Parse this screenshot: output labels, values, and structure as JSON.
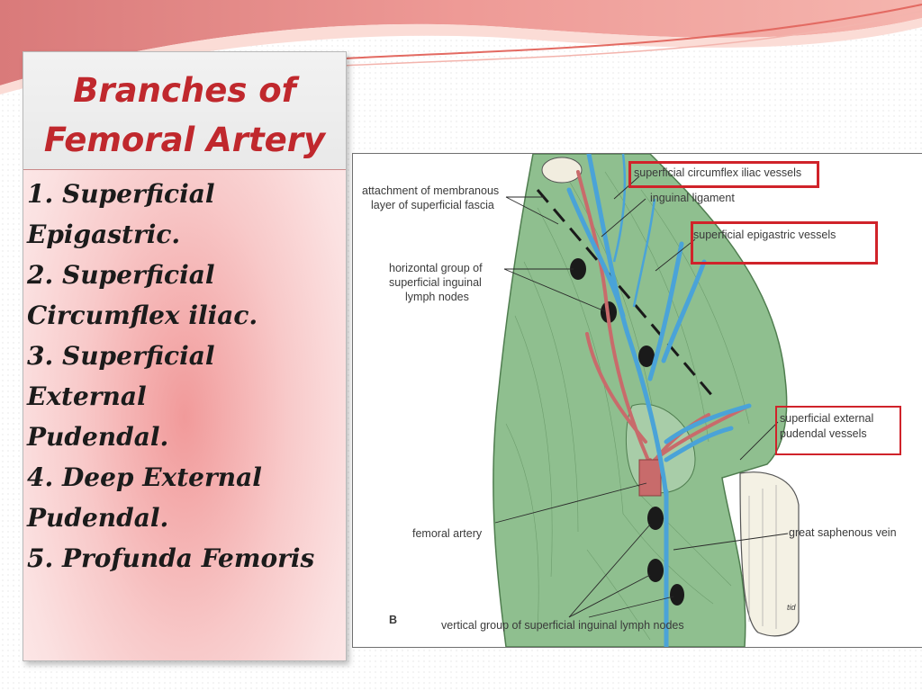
{
  "slide": {
    "title_line1": "Branches of",
    "title_line2": "Femoral Artery",
    "branches": [
      "1. Superficial",
      "Epigastric.",
      "2. Superficial",
      "Circumflex iliac.",
      "3. Superficial External",
      "Pudendal.",
      "4. Deep External",
      "Pudendal.",
      "5. Profunda Femoris"
    ]
  },
  "figure": {
    "labels": {
      "membranous_1": "attachment of membranous",
      "membranous_2": "layer of superficial fascia",
      "circumflex": "superficial circumflex iliac vessels",
      "inguinal_ligament": "inguinal ligament",
      "epigastric": "superficial epigastric vessels",
      "horizontal_1": "horizontal group of",
      "horizontal_2": "superficial inguinal",
      "horizontal_3": "lymph nodes",
      "pudendal_1": "superficial external",
      "pudendal_2": "pudendal vessels",
      "femoral_artery": "femoral artery",
      "saphenous": "great saphenous vein",
      "vertical": "vertical group of superficial inguinal lymph nodes",
      "panel_letter": "B",
      "signature": "tid"
    },
    "colors": {
      "tissue": "#8fbf8f",
      "vein": "#4aa3d8",
      "artery": "#c86b6b",
      "highlight": "#d0232a"
    }
  }
}
